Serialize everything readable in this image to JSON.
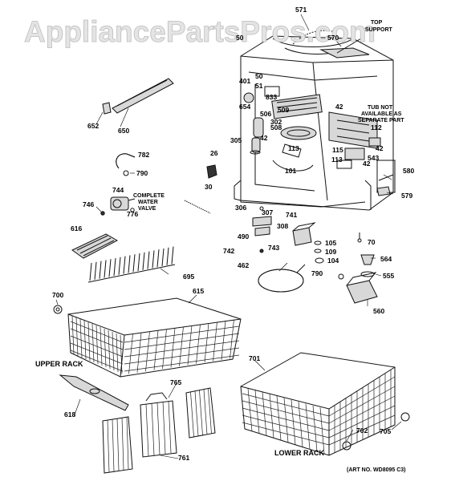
{
  "watermark": "AppliancePartsPros.com",
  "art_number": "(ART NO. WD8095 C3)",
  "sections": {
    "upper_rack": "UPPER RACK",
    "lower_rack": "LOWER RACK"
  },
  "notes": {
    "tub_line1": "TUB NOT",
    "tub_line2": "AVAILABLE AS",
    "tub_line3": "SEPARATE PART",
    "valve_line1": "COMPLETE",
    "valve_line2": "WATER",
    "valve_line3": "VALVE",
    "top_line1": "TOP",
    "top_line2": "SUPPORT"
  },
  "labels": {
    "p571": "571",
    "p570": "570",
    "p50a": "50",
    "p50b": "50",
    "p51": "51",
    "p401": "401",
    "p833": "833",
    "p654": "654",
    "p509": "509",
    "p506": "506",
    "p302": "302",
    "p508": "508",
    "p305": "305",
    "p42a": "42",
    "p42b": "42",
    "p42c": "42",
    "p42d": "42",
    "p112": "112",
    "p113a": "113",
    "p113b": "113",
    "p115": "115",
    "p543": "543",
    "p101": "101",
    "p652": "652",
    "p650": "650",
    "p782": "782",
    "p790a": "790",
    "p790b": "790",
    "p26": "26",
    "p30": "30",
    "p744": "744",
    "p746": "746",
    "p776": "776",
    "p580": "580",
    "p579": "579",
    "p306": "306",
    "p307": "307",
    "p741": "741",
    "p308": "308",
    "p490": "490",
    "p70": "70",
    "p105": "105",
    "p109": "109",
    "p742": "742",
    "p743": "743",
    "p104": "104",
    "p564": "564",
    "p616": "616",
    "p462": "462",
    "p555": "555",
    "p560": "560",
    "p695": "695",
    "p700": "700",
    "p615": "615",
    "p701": "701",
    "p618": "618",
    "p765": "765",
    "p761": "761",
    "p702": "702",
    "p705": "705"
  }
}
